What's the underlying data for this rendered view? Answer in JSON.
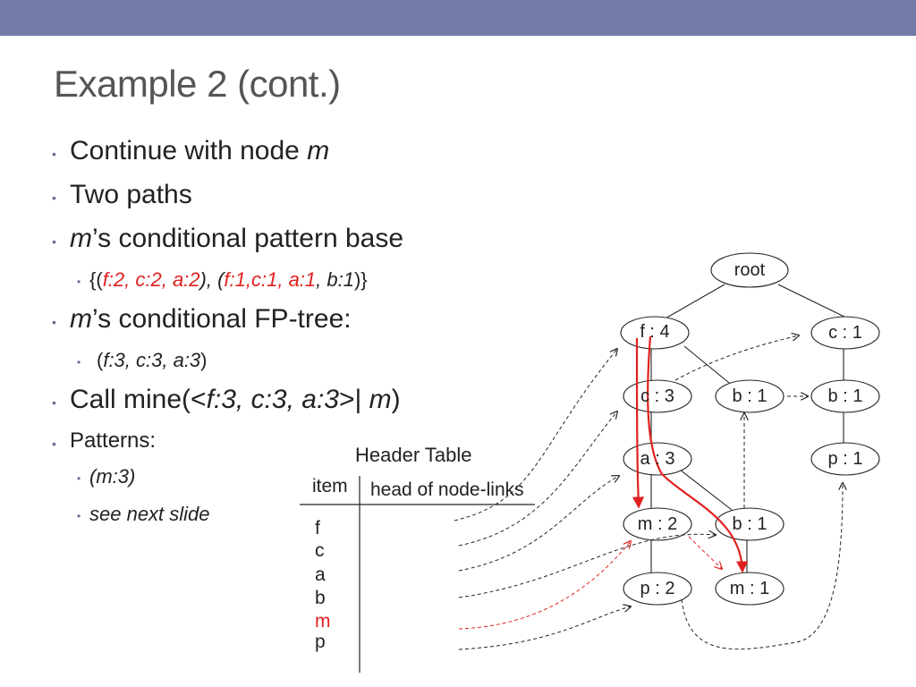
{
  "slide": {
    "title": "Example 2 (cont.)"
  },
  "bullets": {
    "b1_prefix": "Continue with node ",
    "b1_italic": "m",
    "b2": "Two paths",
    "b3_italic": "m",
    "b3_rest": "’s conditional pattern base",
    "b4_open": "{(",
    "b4_p1": "f:2, c:2, a:2",
    "b4_p2_mid": "), (",
    "b4_p3": "f:1,c:1, a:1",
    "b4_p4_sep": ", ",
    "b4_p5": "b:1",
    "b4_close": ")}",
    "b5_italic": "m",
    "b5_rest": "’s conditional FP-tree:",
    "b6_open": "(",
    "b6_italic": "f:3, c:3, a:3",
    "b6_close": ")",
    "b7_prefix": "Call mine(<",
    "b7_italic": "f:3, c:3, a:3",
    "b7_mid": ">| ",
    "b7_italic2": "m",
    "b7_close": ")",
    "b8": "Patterns:",
    "b9": "(m:3)",
    "b10": "see next slide"
  },
  "header_table": {
    "title": "Header Table",
    "col_item": "item",
    "col_head": "head of node-links",
    "items": [
      "f",
      "c",
      "a",
      "b",
      "m",
      "p"
    ],
    "highlight_item": "m",
    "highlight_color": "#e0201e"
  },
  "tree": {
    "root": "root",
    "nodes": {
      "f4": "f : 4",
      "c1_top": "c : 1",
      "c3": "c : 3",
      "b1_mid": "b : 1",
      "b1_right": "b : 1",
      "a3": "a : 3",
      "p1_right": "p : 1",
      "m2": "m : 2",
      "b1_low": "b : 1",
      "p2": "p : 2",
      "m1": "m : 1"
    }
  },
  "colors": {
    "topbar": "#737ca9",
    "path_red": "#e0201e"
  }
}
